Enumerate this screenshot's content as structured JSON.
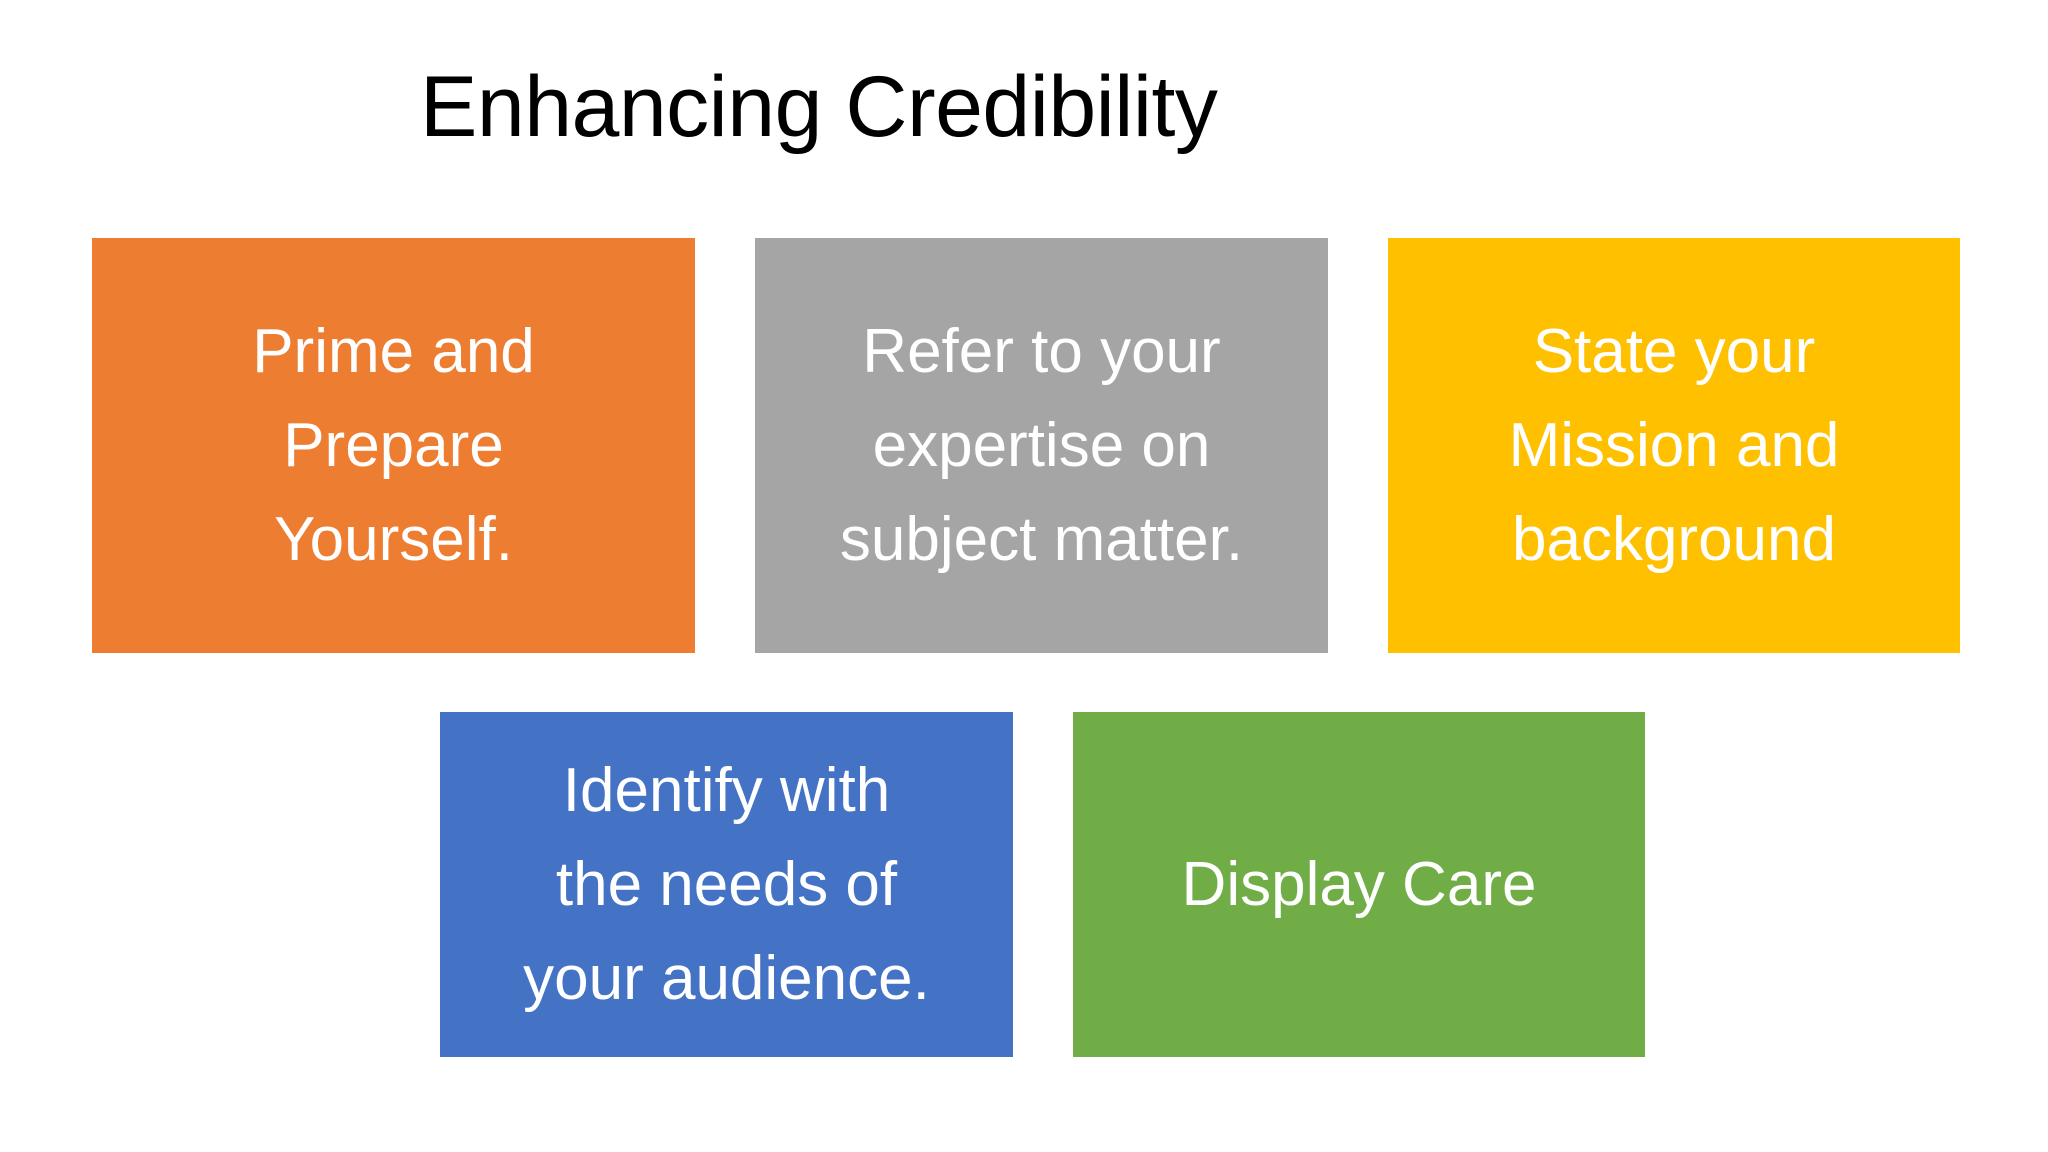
{
  "slide": {
    "title": "Enhancing Credibility",
    "background_color": "#FFFFFF",
    "title_color": "#000000"
  },
  "boxes": [
    {
      "id": "prime-and-prepare-yourself",
      "text": "Prime and Prepare Yourself.",
      "lines": [
        "Prime and",
        "Prepare",
        "Yourself."
      ],
      "color": "#ED7D31",
      "text_color": "#FFFFFF",
      "row": 1
    },
    {
      "id": "refer-to-your-expertise",
      "text": "Refer to your expertise on subject matter.",
      "lines": [
        "Refer to your",
        "expertise on",
        "subject matter."
      ],
      "color": "#A5A5A5",
      "text_color": "#FFFFFF",
      "row": 1
    },
    {
      "id": "state-your-mission-and-background",
      "text": "State your Mission and background",
      "lines": [
        "State your",
        "Mission and",
        "background"
      ],
      "color": "#FFC000",
      "text_color": "#FFFFFF",
      "row": 1
    },
    {
      "id": "identify-with-the-needs-of-your-audience",
      "text": "Identify with the needs of your audience.",
      "lines": [
        "Identify with",
        "the needs of",
        "your audience."
      ],
      "color": "#4472C4",
      "text_color": "#FFFFFF",
      "row": 2
    },
    {
      "id": "display-care",
      "text": "Display Care",
      "lines": [
        "Display Care"
      ],
      "color": "#70AD47",
      "text_color": "#FFFFFF",
      "row": 2
    }
  ]
}
